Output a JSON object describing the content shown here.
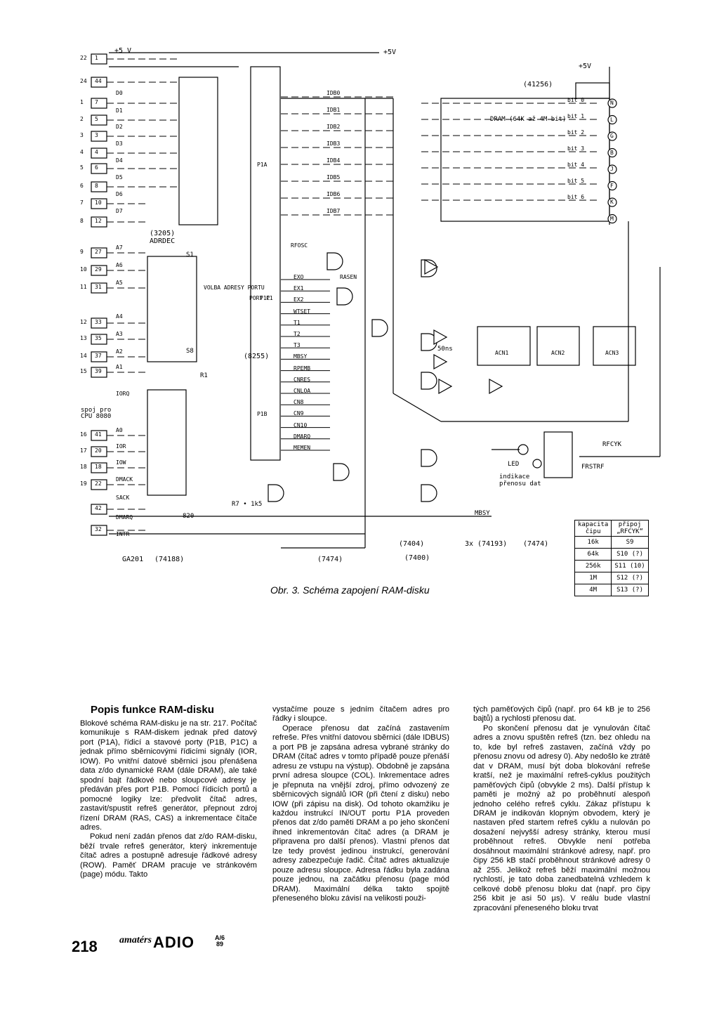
{
  "figure": {
    "caption": "Obr. 3. Schéma zapojení RAM-disku",
    "supply_left": "+5 V",
    "supply_right": "+5V",
    "supply_bus": "+5V",
    "chips": {
      "adrdec": "(3205)\nADRDEC",
      "dram_block": "(41256)",
      "dram_desc": "DRAM (64K až 4M bit)",
      "port": "(8255)",
      "bottom_labels": [
        "GA201",
        "(74188)",
        "(7474)",
        "(7404)",
        "(7400)",
        "3x (74193)",
        "(7474)"
      ]
    },
    "connector_pins": [
      "22",
      "24",
      "1",
      "2",
      "3",
      "4",
      "5",
      "6",
      "7",
      "8",
      "9",
      "10",
      "11",
      "12",
      "13",
      "14",
      "15",
      "16",
      "17",
      "18",
      "19"
    ],
    "connector_numbers": [
      "1",
      "44",
      "7",
      "5",
      "3",
      "4",
      "6",
      "8",
      "10",
      "12",
      "27",
      "29",
      "31",
      "33",
      "35",
      "37",
      "39",
      "41",
      "20",
      "18",
      "22",
      "42",
      "32"
    ],
    "left_signals": [
      "D0",
      "D1",
      "D2",
      "D3",
      "D4",
      "D5",
      "D6",
      "D7",
      "A7",
      "A6",
      "A5",
      "A4",
      "A3",
      "A2",
      "A1",
      "IORQ",
      "A0",
      "IOR",
      "IOW",
      "DMACK",
      "SACK",
      "DMARQ",
      "INTR"
    ],
    "cpu_note": "spoj pro\nCPU 8080",
    "adrdec_side": "VOLBA ADRESY\nPORTU",
    "port_labels": [
      "PORT P1",
      "P1C",
      "P1A",
      "P1B"
    ],
    "idb_labels": [
      "IDB0",
      "IDB1",
      "IDB2",
      "IDB3",
      "IDB4",
      "IDB5",
      "IDB6",
      "IDB7"
    ],
    "control_labels": [
      "EXO",
      "EX1",
      "EX2",
      "WTSET",
      "T1",
      "T2",
      "T3",
      "MBSY",
      "RPEMB",
      "CNRES",
      "CNLOA",
      "CN8",
      "CN9",
      "CN10",
      "DMARQ",
      "MEMEN"
    ],
    "side_labels": [
      "RFOSC",
      "RASEN"
    ],
    "bit_labels": [
      "bit 0",
      "bit 1",
      "bit 2",
      "bit 3",
      "bit 4",
      "bit 5",
      "bit 6"
    ],
    "bit_letters": [
      "N",
      "L",
      "G",
      "B",
      "J",
      "F",
      "K",
      "M"
    ],
    "counters": [
      "ACN1",
      "ACN2",
      "ACN3"
    ],
    "led_label": "LED",
    "led_note": "indikace\npřenosu dat",
    "misc": [
      "RFCYK",
      "FRSTRF",
      "MBSY",
      "50ns",
      "S1",
      "S8",
      "R7 • 1k5",
      "R1",
      "820"
    ],
    "table": {
      "headers": [
        "kapacita\nčipu",
        "připoj\n„RFCYK“"
      ],
      "rows": [
        [
          "16k",
          "S9"
        ],
        [
          "64k",
          "S10 (?)"
        ],
        [
          "256k",
          "S11 (10)"
        ],
        [
          "1M",
          "S12 (?)"
        ],
        [
          "4M",
          "S13 (?)"
        ]
      ]
    }
  },
  "article": {
    "title": "Popis funkce RAM-disku",
    "col1": [
      "Blokové schéma RAM-disku je na str. 217. Počítač komunikuje s RAM-diskem jednak před datový port (P1A), řídicí a stavové porty (P1B, P1C) a jednak přímo sběrnicovými řídicími signály (IOR, IOW). Po vnitřní datové sběrnici jsou přenášena data z/do dynamické RAM (dále DRAM), ale také spodní bajt řádkové nebo sloupcové adresy je předáván přes port P1B. Pomocí řídicích portů a pomocné logiky lze: předvolit čítač adres, zastavit/spustit refreš generátor, přepnout zdroj řízení DRAM (RAS, CAS) a inkrementace čítače adres.",
      "Pokud není zadán přenos dat z/do RAM-disku, běží trvale refreš generátor, který inkrementuje čítač adres a postupně adresuje řádkové adresy (ROW). Paměť DRAM pracuje ve stránkovém (page) módu. Takto"
    ],
    "col2": [
      "vystačíme pouze s jedním čítačem adres pro řádky i sloupce.",
      "Operace přenosu dat začíná zastavením refreše. Přes vnitřní datovou sběrnici (dále IDBUS) a port PB je zapsána adresa vybrané stránky do DRAM (čítač adres v tomto případě pouze přenáší adresu ze vstupu na výstup). Obdobně je zapsána první adresa sloupce (COL). Inkrementace adres je přepnuta na vnější zdroj, přímo odvozený ze sběrnicových signálů IOR (při čtení z disku) nebo IOW (při zápisu na disk). Od tohoto okamžiku je každou instrukcí IN/OUT portu P1A proveden přenos dat z/do paměti DRAM a po jeho skončení ihned inkrementován čítač adres (a DRAM je připravena pro další přenos). Vlastní přenos dat lze tedy provést jedinou instrukcí, generování adresy zabezpečuje řadič. Čítač adres aktualizuje pouze adresu sloupce. Adresa řádku byla zadána pouze jednou, na začátku přenosu (page mód DRAM). Maximální délka takto spojitě přeneseného bloku závisí na velikosti použi-"
    ],
    "col3": [
      "tých paměťových čipů (např. pro 64 kB je to 256 bajtů) a rychlosti přenosu dat.",
      "Po skončení přenosu dat je vynulován čítač adres a znovu spuštěn refreš (tzn. bez ohledu na to, kde byl refreš zastaven, začíná vždy po přenosu znovu od adresy 0). Aby nedošlo ke ztrátě dat v DRAM, musí být doba blokování refreše kratší, než je maximální refreš-cyklus použitých paměťových čipů (obvykle 2 ms). Další přístup k paměti je možný až po proběhnutí alespoň jednoho celého refreš cyklu. Zákaz přístupu k DRAM je indikován klopným obvodem, který je nastaven před startem refreš cyklu a nulován po dosažení nejvyšší adresy stránky, kterou musí proběhnout refreš. Obvykle není potřeba dosáhnout maximální stránkové adresy, např. pro čipy 256 kB stačí proběhnout stránkové adresy 0 až 255. Jelikož refreš běží maximální možnou rychlostí, je tato doba zanedbatelná vzhledem k celkové době přenosu bloku dat (např. pro čipy 256 kbit je asi 50 µs). V reálu bude vlastní zpracování přeneseného bloku trvat"
    ]
  },
  "footer": {
    "page_number": "218",
    "magazine_script": "amatérs",
    "magazine_name": "ADIO",
    "issue": "A/6\n89"
  }
}
